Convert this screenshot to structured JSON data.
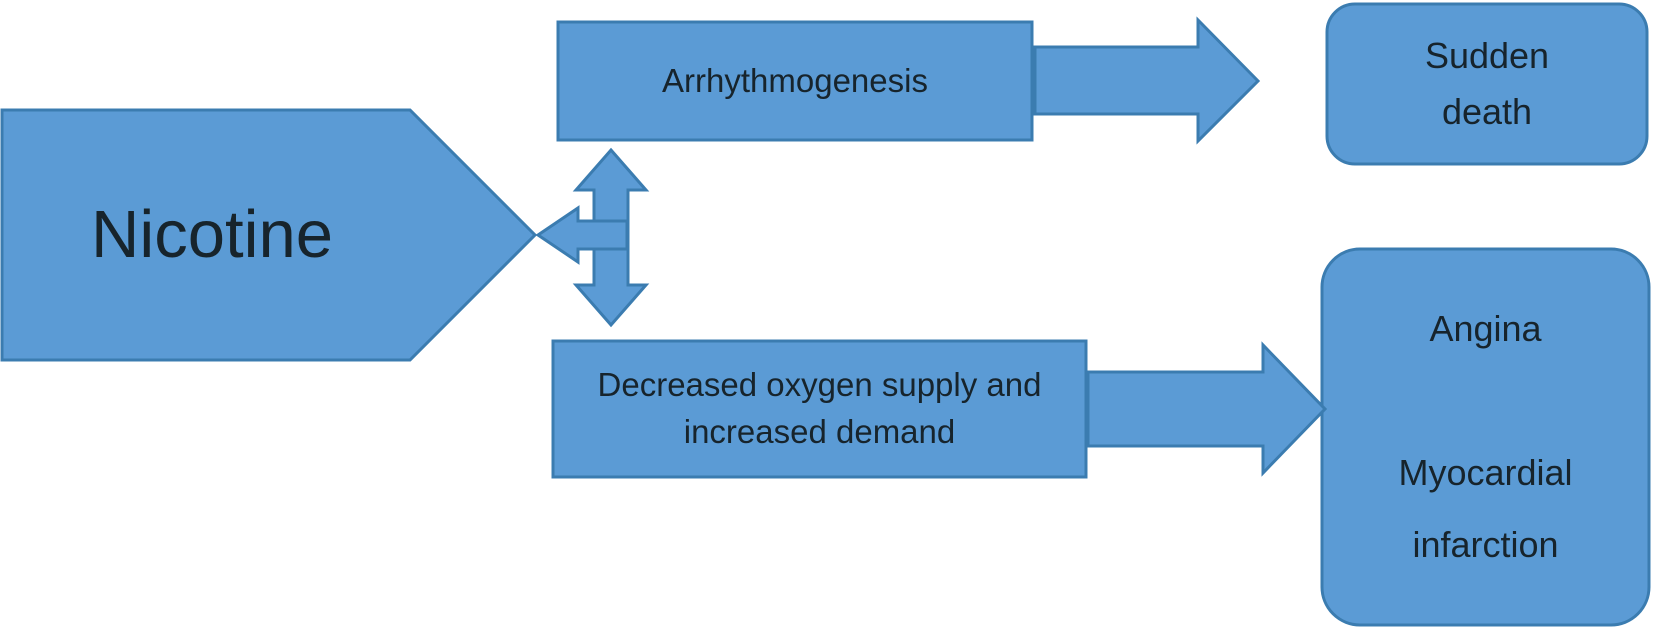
{
  "diagram": {
    "title": "Nicotine cardiovascular effects flow diagram",
    "colors": {
      "shape_fill": "#5B9BD5",
      "shape_border": "#3B7CB0",
      "text": "#17242C",
      "background": "#FFFFFF"
    },
    "nodes": [
      {
        "id": "nicotine",
        "shape": "pentagon-arrow",
        "label": "Nicotine"
      },
      {
        "id": "arrhythmogenesis",
        "shape": "rectangle",
        "label": "Arrhythmogenesis"
      },
      {
        "id": "decreased-oxygen",
        "shape": "rectangle",
        "label": "Decreased oxygen supply and increased demand"
      },
      {
        "id": "sudden-death",
        "shape": "rounded-rectangle",
        "label": "Sudden\ndeath"
      },
      {
        "id": "angina-mi",
        "shape": "rounded-rectangle",
        "label": "Angina\n\nMyocardial\ninfarction"
      }
    ],
    "connectors": [
      {
        "id": "nicotine-to-pathways",
        "type": "left-arrow",
        "from": "pathway-junction",
        "to": "nicotine"
      },
      {
        "id": "pathway-link",
        "type": "vertical-double-arrow",
        "from": "arrhythmogenesis",
        "to": "decreased-oxygen"
      },
      {
        "id": "arrhythmogenesis-to-sudden-death",
        "type": "right-arrow",
        "from": "arrhythmogenesis",
        "to": "sudden-death"
      },
      {
        "id": "decreased-oxygen-to-angina",
        "type": "right-arrow",
        "from": "decreased-oxygen",
        "to": "angina-mi"
      }
    ]
  }
}
